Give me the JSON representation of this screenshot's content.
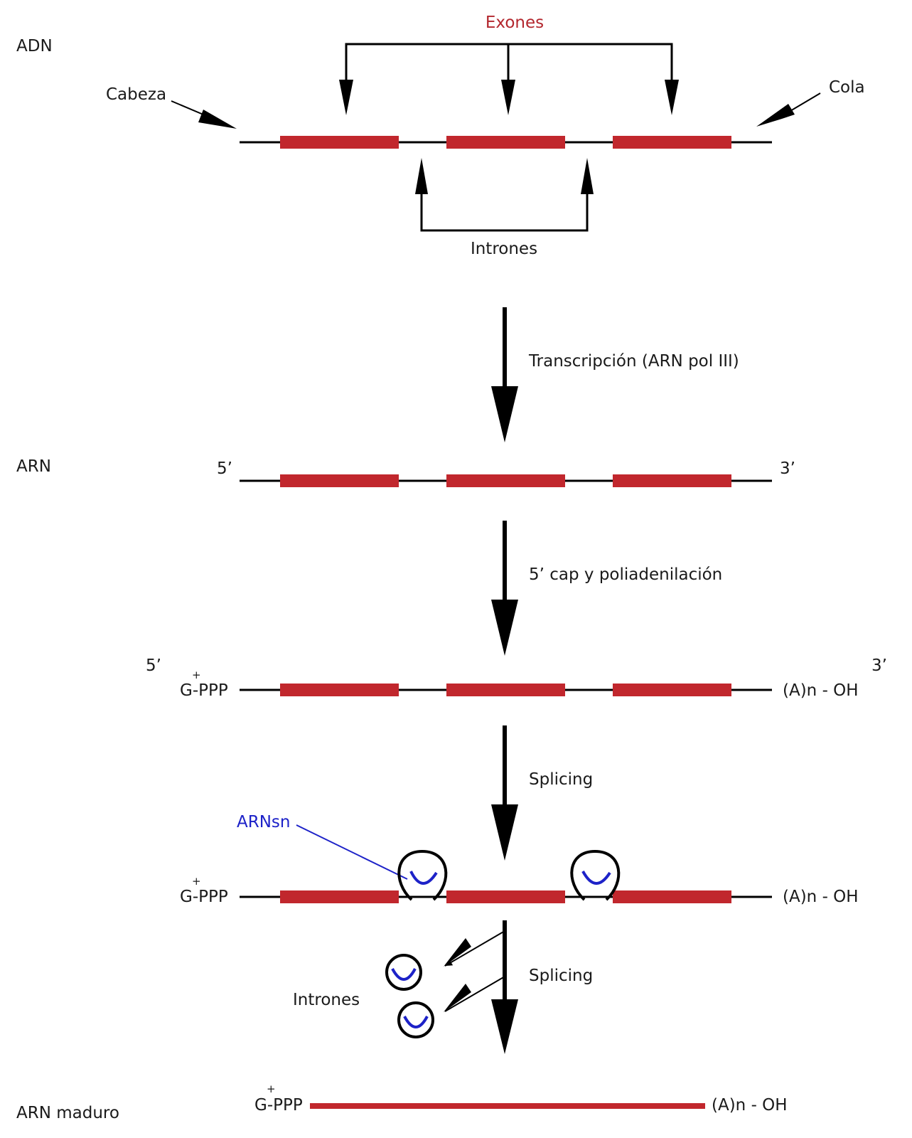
{
  "stages": {
    "dna": "ADN",
    "rna": "ARN",
    "mature_rna": "ARN maduro"
  },
  "dna": {
    "exons_label": "Exones",
    "introns_label": "Intrones",
    "head_label": "Cabeza",
    "tail_label": "Cola"
  },
  "steps": {
    "transcription": "Transcripción (ARN pol III)",
    "cap_polya": "5’ cap y poliadenilación",
    "splicing_1": "Splicing",
    "splicing_2": "Splicing"
  },
  "ends": {
    "five_prime": "5’",
    "three_prime": "3’",
    "cap_plus": "+",
    "cap": "G-PPP",
    "poly_a": "(A)n - OH"
  },
  "splicing": {
    "snrna_label": "ARNsn",
    "excised_introns_label": "Intrones"
  },
  "colors": {
    "exon": "#c1272d",
    "line": "#000000",
    "exon_label": "#b3262d",
    "snrna": "#1d22c8"
  }
}
